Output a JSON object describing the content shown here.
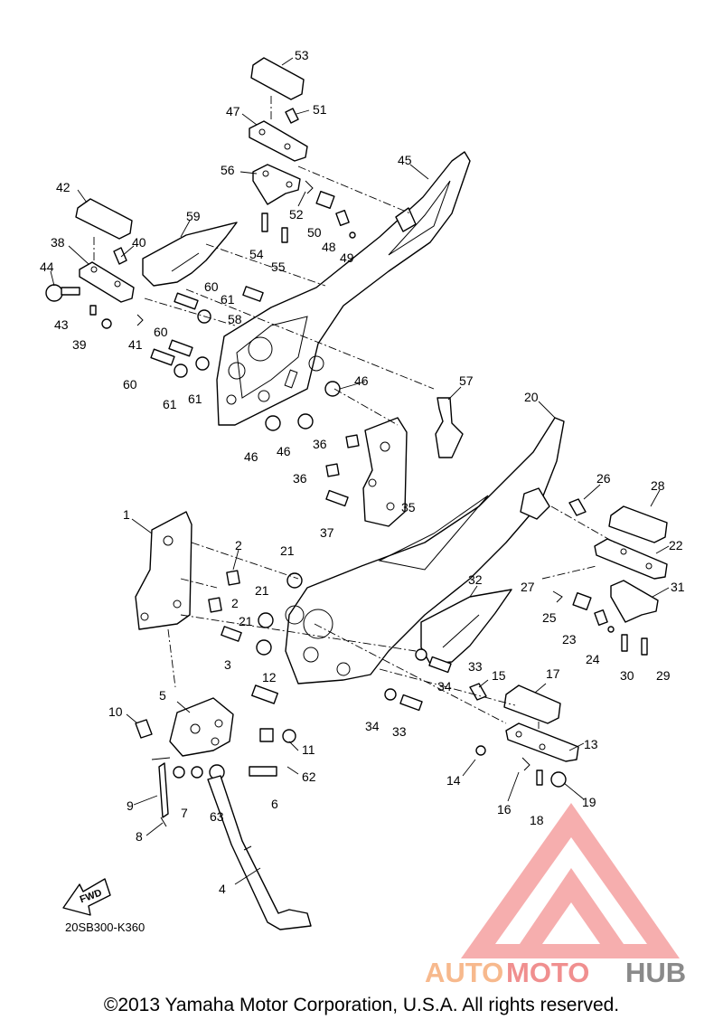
{
  "diagram_code": "20SB300-K360",
  "fwd_label": "FWD",
  "copyright": "©2013 Yamaha Motor Corporation, U.S.A. All rights reserved.",
  "watermark": {
    "part1": "AUTO",
    "part2": "MOTO",
    "part3": "HUB",
    "colors": {
      "auto": "#f7b98d",
      "moto": "#f08f8f",
      "hub": "#8a8a8a",
      "logo": "#f5a0a0"
    }
  },
  "callouts": [
    "53",
    "47",
    "51",
    "56",
    "45",
    "52",
    "50",
    "48",
    "49",
    "42",
    "59",
    "38",
    "40",
    "44",
    "54",
    "55",
    "60",
    "61",
    "58",
    "43",
    "39",
    "41",
    "60",
    "60",
    "61",
    "61",
    "46",
    "57",
    "46",
    "46",
    "36",
    "20",
    "36",
    "35",
    "37",
    "26",
    "28",
    "1",
    "2",
    "21",
    "22",
    "2",
    "21",
    "32",
    "27",
    "31",
    "21",
    "25",
    "3",
    "33",
    "23",
    "24",
    "30",
    "29",
    "12",
    "34",
    "15",
    "17",
    "5",
    "34",
    "33",
    "10",
    "13",
    "11",
    "62",
    "14",
    "9",
    "7",
    "63",
    "6",
    "16",
    "19",
    "18",
    "8",
    "4"
  ]
}
